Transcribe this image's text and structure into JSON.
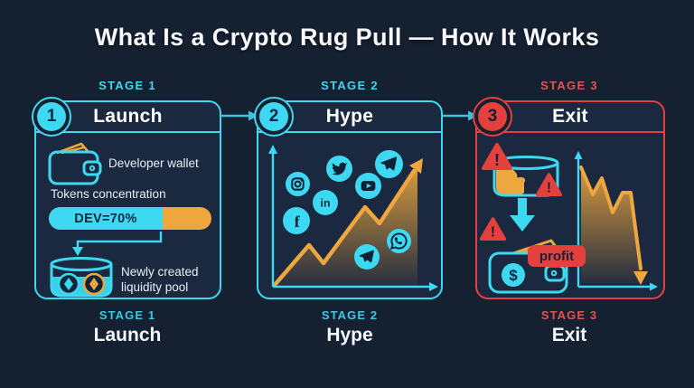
{
  "title": "What Is a Crypto Rug Pull — How It Works",
  "colors": {
    "background": "#152031",
    "panel": "#1b2940",
    "cyan": "#3dd9f2",
    "orange": "#eea73e",
    "red": "#e4403d",
    "text": "#f4f7fa",
    "dark_text": "#0f2740"
  },
  "stages": [
    {
      "top_label": "STAGE 1",
      "number": "1",
      "header": "Launch",
      "wallet_label": "Developer wallet",
      "concentration_label": "Tokens concentration",
      "bar_text": "DEV=70%",
      "pool_label": "Newly created liquidity pool",
      "bottom_label": "STAGE 1",
      "bottom_name": "Launch"
    },
    {
      "top_label": "STAGE 2",
      "number": "2",
      "header": "Hype",
      "social_icons": [
        "instagram",
        "twitter",
        "telegram",
        "youtube",
        "linkedin",
        "facebook",
        "whatsapp",
        "telegram"
      ],
      "icon_glyphs": {
        "linkedin": "in",
        "facebook": "f"
      },
      "bottom_label": "STAGE 2",
      "bottom_name": "Hype"
    },
    {
      "top_label": "STAGE 3",
      "number": "3",
      "header": "Exit",
      "warning_mark": "!",
      "currency_symbol": "$",
      "profit_label": "profit",
      "bottom_label": "STAGE 3",
      "bottom_name": "Exit"
    }
  ]
}
